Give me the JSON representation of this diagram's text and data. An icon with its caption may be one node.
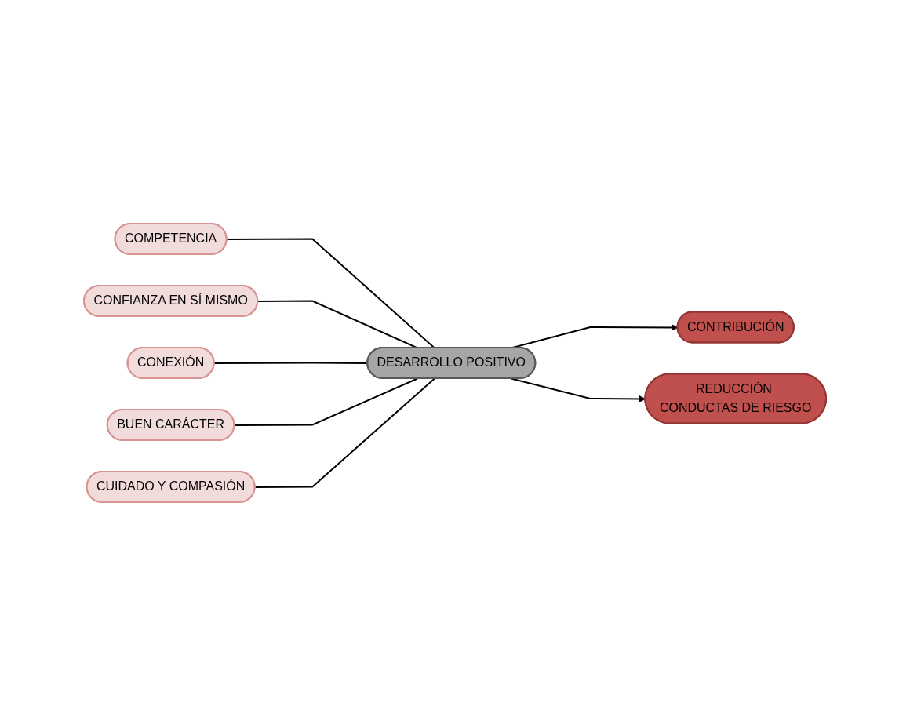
{
  "diagram": {
    "nodes": [
      {
        "text": [
          "COMPETENCIA"
        ]
      },
      {
        "text": [
          "CONFIANZA EN SÍ MISMO"
        ]
      },
      {
        "text": [
          "CONEXIÓN"
        ]
      },
      {
        "text": [
          "BUEN CARÁCTER"
        ]
      },
      {
        "text": [
          "CUIDADO Y COMPASIÓN"
        ]
      },
      {
        "text": [
          "DESARROLLO POSITIVO"
        ]
      },
      {
        "text": [
          "CONTRIBUCIÓN"
        ]
      },
      {
        "text": [
          "REDUCCIÓN CONDUCTAS DE RIESGO"
        ]
      }
    ],
    "edges": [
      {
        "from": 0,
        "to": 5,
        "arrow": "none"
      },
      {
        "from": 1,
        "to": 5,
        "arrow": "none"
      },
      {
        "from": 2,
        "to": 5,
        "arrow": "none"
      },
      {
        "from": 3,
        "to": 5,
        "arrow": "none"
      },
      {
        "from": 4,
        "to": 5,
        "arrow": "none"
      },
      {
        "from": 5,
        "to": 6,
        "arrow": "to"
      },
      {
        "from": 5,
        "to": 7,
        "arrow": "to"
      }
    ]
  }
}
